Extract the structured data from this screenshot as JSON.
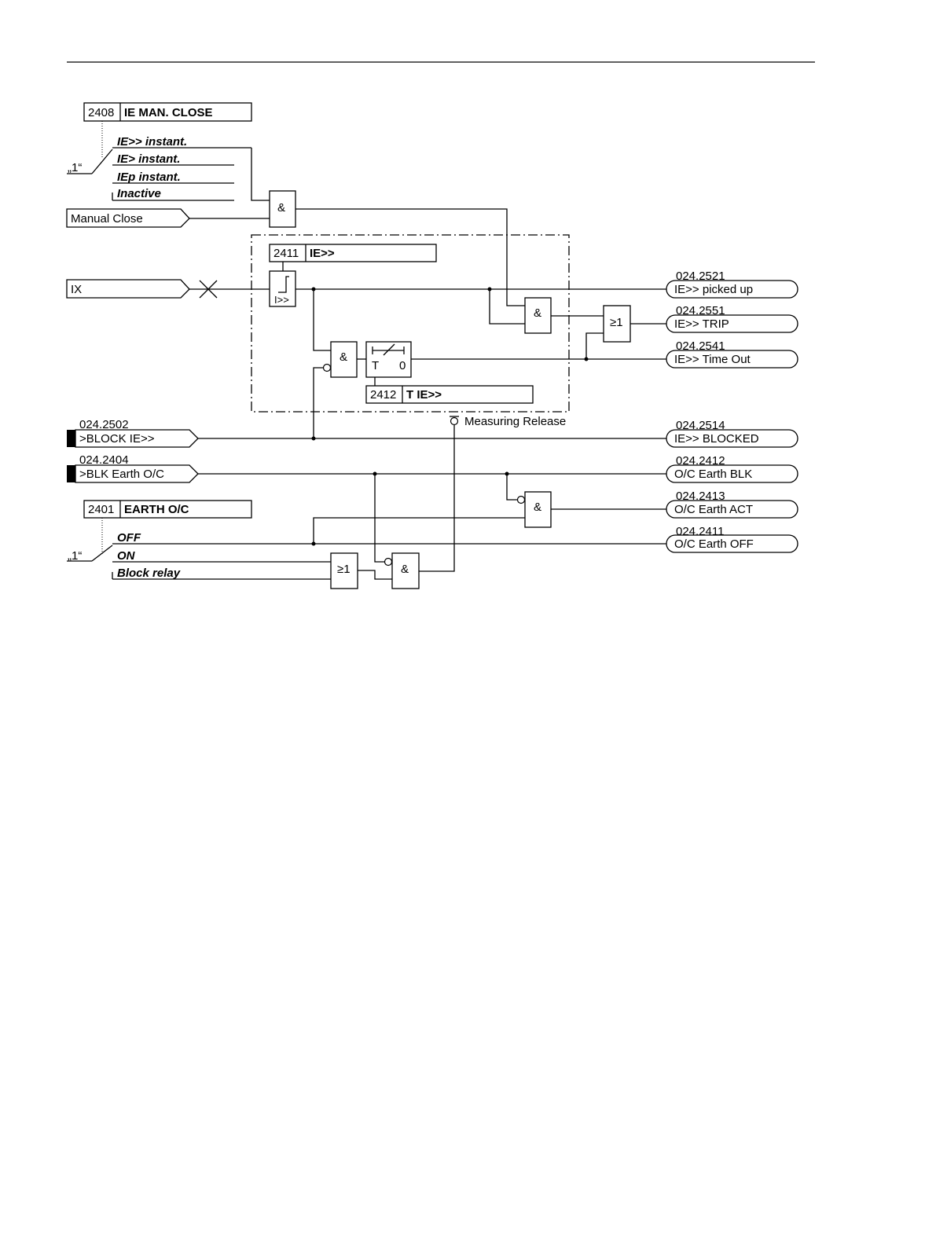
{
  "params": {
    "man_close": {
      "num": "2408",
      "name": "IE MAN. CLOSE"
    },
    "ie_high": {
      "num": "2411",
      "name": "IE>>"
    },
    "t_ie_high": {
      "num": "2412",
      "name": "T IE>>"
    },
    "earth_oc": {
      "num": "2401",
      "name": "EARTH O/C"
    }
  },
  "man_close_options": [
    "IE>> instant.",
    "IE> instant.",
    "IEp instant.",
    "Inactive"
  ],
  "earth_oc_options": [
    "OFF",
    "ON",
    "Block relay"
  ],
  "switch_label": "„1“",
  "inputs": {
    "manual_close": "Manual Close",
    "ix": "IX",
    "block_ie": {
      "num": "024.2502",
      "label": ">BLOCK IE>>"
    },
    "blk_earth": {
      "num": "024.2404",
      "label": ">BLK Earth O/C"
    }
  },
  "outputs": [
    {
      "num": "024.2521",
      "label": "IE>> picked up"
    },
    {
      "num": "024.2551",
      "label": "IE>> TRIP"
    },
    {
      "num": "024.2541",
      "label": "IE>> Time Out"
    },
    {
      "num": "024.2514",
      "label": "IE>> BLOCKED"
    },
    {
      "num": "024.2412",
      "label": "O/C Earth BLK"
    },
    {
      "num": "024.2413",
      "label": "O/C Earth ACT"
    },
    {
      "num": "024.2411",
      "label": "O/C Earth OFF"
    }
  ],
  "gates": {
    "and": "&",
    "or": "≥1"
  },
  "threshold_label": "I>>",
  "timer": {
    "t": "T",
    "zero": "0"
  },
  "measuring_release": "Measuring Release"
}
